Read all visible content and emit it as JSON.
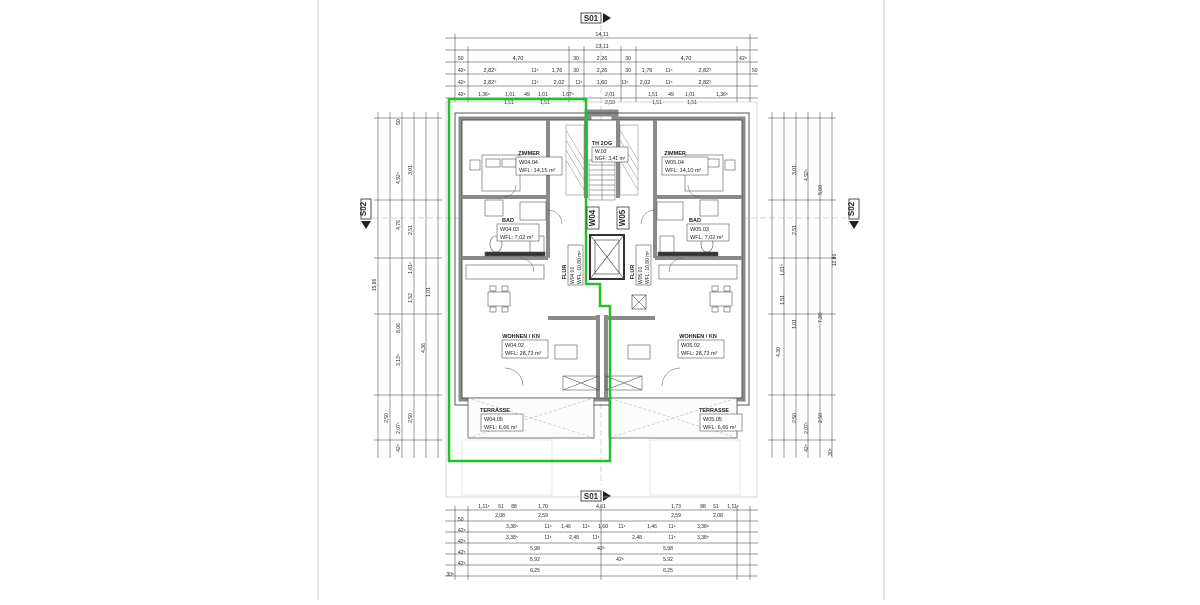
{
  "section_marks": {
    "s01": "S01",
    "s02": "S02"
  },
  "dims_top": {
    "total": "14,11",
    "row1": [
      "13,11"
    ],
    "row2": [
      "4,70",
      "30",
      "2,26",
      "30",
      "4,70",
      "42⁵"
    ],
    "row3": [
      "2,82⁵",
      "11⁵",
      "1,76",
      "30",
      "2,26",
      "30",
      "1,76",
      "11⁵",
      "2,82⁵"
    ],
    "row4": [
      "2,82⁵",
      "11⁵",
      "2,02",
      "11⁵",
      "1,60",
      "11⁵",
      "2,02",
      "11⁵",
      "2,82⁵"
    ],
    "row5": [
      "1,36⁵",
      "1,01",
      "49",
      "1,01",
      "1,67⁵",
      "2,01",
      "1,51",
      "49",
      "1,01",
      "1,36⁵"
    ],
    "row6": [
      "1,51",
      "1,51",
      "2,59",
      "1,51",
      "1,51"
    ],
    "left_col": [
      "50",
      "42⁵",
      "42⁵",
      "42⁵",
      "50"
    ]
  },
  "dims_bottom": {
    "row1": [
      "1,11⁵",
      "51",
      "88",
      "1,70",
      "4,61",
      "1,73",
      "88",
      "51",
      "1,11⁵"
    ],
    "row2": [
      "2,08",
      "2,59",
      "2,59",
      "2,08"
    ],
    "row3": [
      "3,38⁵",
      "11⁵",
      "1,46",
      "11⁵",
      "1,60",
      "11⁵",
      "1,46",
      "11⁵",
      "3,38⁵"
    ],
    "row4": [
      "3,38⁵",
      "11⁵",
      "2,48",
      "11⁵",
      "2,48",
      "11⁵",
      "3,38⁵"
    ],
    "row5": [
      "5,98",
      "42⁵",
      "5,98"
    ],
    "row6": [
      "5,92",
      "42⁵",
      "5,92"
    ],
    "row7": [
      "6,25",
      "6,25"
    ],
    "left_col": [
      "50",
      "42⁵",
      "42⁵",
      "42⁵",
      "42⁵",
      "30⁵"
    ]
  },
  "dims_left": {
    "total": "15,86",
    "inner": [
      "4,92⁵",
      "4,76",
      "8,06",
      "4,36",
      "3,13⁵",
      "2,50"
    ],
    "fine": [
      "3,01",
      "2,51",
      "1,61⁵",
      "1,52",
      "1,01",
      "2,50",
      "2,07⁵",
      "42⁵",
      "50"
    ]
  },
  "dims_right": {
    "total": "12,86",
    "inner": [
      "4,92⁵",
      "5,00",
      "7,20",
      "4,30",
      "2,50"
    ],
    "fine": [
      "3,01",
      "2,51",
      "1,61⁵",
      "1,51",
      "1,01",
      "2,50",
      "2,07⁵",
      "42⁵",
      "30⁵"
    ]
  },
  "rooms": [
    {
      "id": "zimmer-left",
      "name": "ZIMMER",
      "code": "W04.04",
      "area": "WFL: 14,15 m²"
    },
    {
      "id": "zimmer-right",
      "name": "ZIMMER",
      "code": "W05.04",
      "area": "WFL: 14,10 m²"
    },
    {
      "id": "bad-left",
      "name": "BAD",
      "code": "W04.03",
      "area": "WFL: 7,02 m²"
    },
    {
      "id": "bad-right",
      "name": "BAD",
      "code": "W05.03",
      "area": "WFL: 7,02 m²"
    },
    {
      "id": "wohnen-left",
      "name": "WOHNEN / KN",
      "code": "W04.02",
      "area": "WFL: 28,73 m²"
    },
    {
      "id": "wohnen-right",
      "name": "WOHNEN / KN",
      "code": "W05.02",
      "area": "WFL: 28,73 m²"
    },
    {
      "id": "terrasse-left",
      "name": "TERRASSE",
      "code": "W04.05",
      "area": "WFL: 6,66 m²"
    },
    {
      "id": "terrasse-right",
      "name": "TERRASSE",
      "code": "W05.05",
      "area": "WFL: 6,66 m²"
    },
    {
      "id": "stiege",
      "name": "TH 2OG",
      "code": "W.03",
      "area": "NGF: 3,41 m²"
    }
  ],
  "flur_left": {
    "name": "FLUR",
    "code": "W04.01",
    "area": "WFL: 10,80 m²"
  },
  "flur_right": {
    "name": "FLUR",
    "code": "W05.01",
    "area": "WFL: 10,80 m²"
  },
  "unit_tags": {
    "left": "W04",
    "right": "W05"
  },
  "colors": {
    "highlight": "#22c02a",
    "wall": "#8a8a8a",
    "line": "#333333"
  }
}
